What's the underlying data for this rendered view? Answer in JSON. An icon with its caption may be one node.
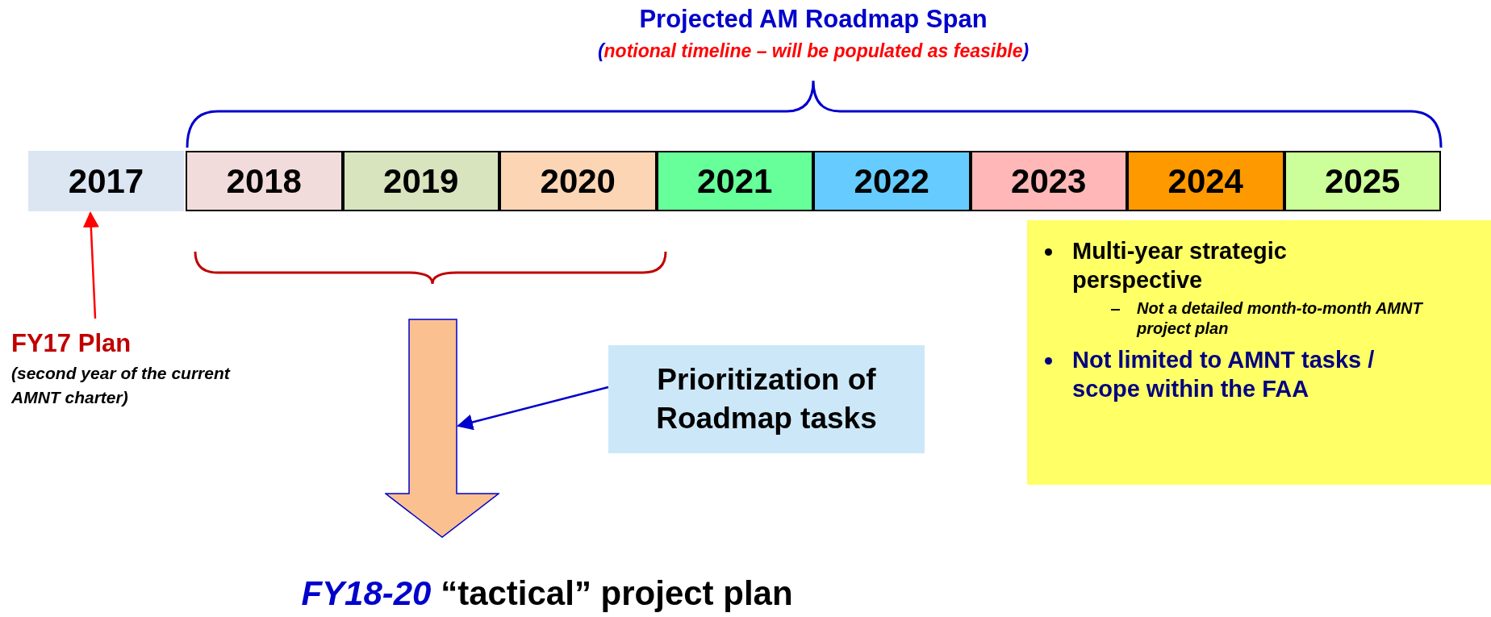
{
  "diagram": {
    "title": "Projected AM Roadmap Span",
    "nodes": [
      {
        "text": [
          "2017"
        ]
      },
      {
        "text": [
          "2018"
        ]
      },
      {
        "text": [
          "2019"
        ]
      },
      {
        "text": [
          "2020"
        ]
      },
      {
        "text": [
          "2021"
        ]
      },
      {
        "text": [
          "2022"
        ]
      },
      {
        "text": [
          "2023"
        ]
      },
      {
        "text": [
          "2024"
        ]
      },
      {
        "text": [
          "2025"
        ]
      },
      {
        "text": [
          "Multi-year strategic perspective",
          "Not a detailed month-to-month AMNT project plan",
          "Not limited to AMNT tasks / scope within the FAA"
        ]
      },
      {
        "text": [
          "FY17 Plan",
          "(second year of the current AMNT charter)"
        ]
      },
      {
        "text": [
          "Prioritization of Roadmap tasks"
        ]
      },
      {
        "text": [],
        "shape": "arrow"
      }
    ],
    "edges": [
      {
        "from": 10,
        "to": 0,
        "arrow": "to",
        "color": "#ff0000"
      },
      {
        "from": 11,
        "to": 12,
        "arrow": "to",
        "color": "#0000cc"
      }
    ],
    "labels": [
      "(notional timeline – will be populated as feasible)",
      "*FY18-20* “tactical” project plan"
    ]
  }
}
